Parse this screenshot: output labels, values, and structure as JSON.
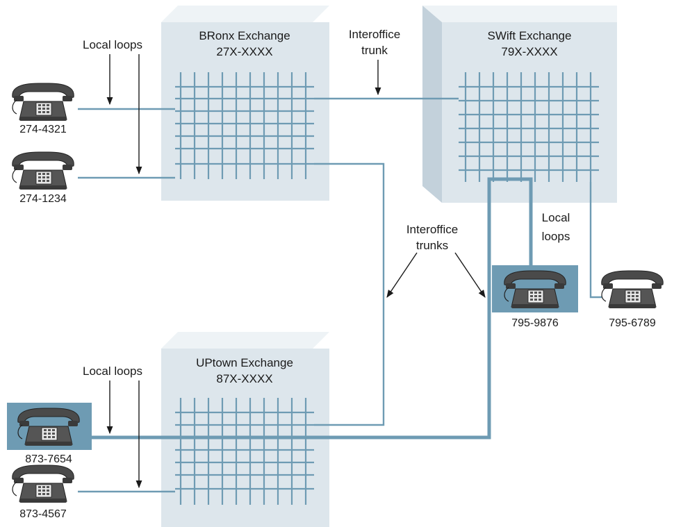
{
  "exchanges": {
    "bronx": {
      "name": "BRonx Exchange",
      "prefix": "27X-XXXX"
    },
    "swift": {
      "name": "SWift Exchange",
      "prefix": "79X-XXXX"
    },
    "uptown": {
      "name": "UPtown Exchange",
      "prefix": "87X-XXXX"
    }
  },
  "labels": {
    "local_loops_top": "Local loops",
    "local_loops_bottom": "Local loops",
    "interoffice_trunk_line1": "Interoffice",
    "interoffice_trunk_line2": "trunk",
    "interoffice_trunks_line1": "Interoffice",
    "interoffice_trunks_line2": "trunks",
    "swift_local_line1": "Local",
    "swift_local_line2": "loops"
  },
  "phones": {
    "p1": {
      "number": "274-4321",
      "highlighted": false
    },
    "p2": {
      "number": "274-1234",
      "highlighted": false
    },
    "p3": {
      "number": "795-9876",
      "highlighted": true
    },
    "p4": {
      "number": "795-6789",
      "highlighted": false
    },
    "p5": {
      "number": "873-7654",
      "highlighted": true
    },
    "p6": {
      "number": "873-4567",
      "highlighted": false
    }
  },
  "colors": {
    "exchange_face": "#dde6ec",
    "exchange_side": "#c3d1db",
    "exchange_top": "#eef3f6",
    "line": "#6e9bb3",
    "highlight_box": "#6e9bb3",
    "phone_body": "#4a4a4a",
    "arrow": "#1a1a1a"
  }
}
